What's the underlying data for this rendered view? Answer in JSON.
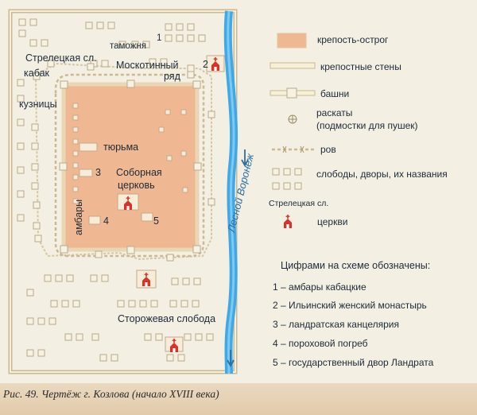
{
  "map": {
    "labels": {
      "tamozhnya": "таможня",
      "num1": "1",
      "streletskaya": "Стрелецкая сл.",
      "kabak": "кабак",
      "moskotinny": "Москотинный",
      "ryad": "ряд",
      "num2": "2",
      "kuznitsy": "кузницы",
      "tyurma": "тюрьма",
      "num3": "3",
      "sobornaya1": "Соборная",
      "sobornaya2": "церковь",
      "ambary": "амбары",
      "num4": "4",
      "num5": "5",
      "storozhevaya": "Сторожевая слобода",
      "river": "Лесной Воронеж"
    }
  },
  "legend": {
    "items": [
      {
        "label": "крепость-острог"
      },
      {
        "label": "крепостные стены"
      },
      {
        "label": "башни"
      },
      {
        "label": "раскаты"
      },
      {
        "label": "(подмостки для пушек)"
      },
      {
        "label": "ров"
      },
      {
        "label": "слободы, дворы, их названия"
      },
      {
        "label": "Стрелецкая сл."
      },
      {
        "label": "церкви"
      }
    ]
  },
  "notes": {
    "title": "Цифрами на схеме обозначены:",
    "items": [
      "1 – амбары кабацкие",
      "2 – Ильинский женский монастырь",
      "3 – ландратская канцелярия",
      "4 – пороховой погреб",
      "5 – государственный двор Ландрата"
    ]
  },
  "caption": {
    "prefix": "Рис. 49.",
    "text": "Чертёж г. Козлова (начало XVIII века)"
  },
  "colors": {
    "fortress": "#f0b892",
    "wall": "#f7efd8",
    "wall_edge": "#c8b99a",
    "river": "#3fa9e8",
    "church": "#d8322a",
    "background": "#f3efe2"
  }
}
